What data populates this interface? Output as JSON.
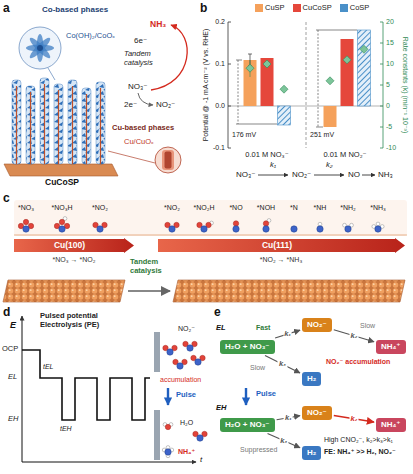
{
  "diagram": {
    "nodes": [
      {
        "text": [
          "Cu(100)"
        ]
      },
      {
        "text": [
          "Cu(111)"
        ]
      },
      {
        "text": [
          "H₂O + NO₃⁻"
        ]
      },
      {
        "text": [
          "NO₂⁻"
        ]
      },
      {
        "text": [
          "NH₄⁺"
        ]
      },
      {
        "text": [
          "H₂"
        ]
      },
      {
        "text": [
          "H₂O + NO₃⁻"
        ]
      },
      {
        "text": [
          "NO₂⁻"
        ]
      },
      {
        "text": [
          "NH₄⁺"
        ]
      },
      {
        "text": [
          "H₂"
        ]
      }
    ],
    "edges": [
      {
        "from": 2,
        "to": 3,
        "label": "k₁",
        "arrow": "to"
      },
      {
        "from": 3,
        "to": 4,
        "label": "k₂",
        "arrow": "to"
      },
      {
        "from": 2,
        "to": 5,
        "label": "k₃",
        "arrow": "to"
      },
      {
        "from": 6,
        "to": 7,
        "label": "k₁",
        "arrow": "to"
      },
      {
        "from": 7,
        "to": 8,
        "label": "k₂",
        "arrow": "to"
      },
      {
        "from": 6,
        "to": 9,
        "label": "k₃",
        "arrow": "to"
      }
    ],
    "labels": [
      "a",
      "b",
      "c",
      "d",
      "e",
      "Co-based phases",
      "Co(OH)₂/CoOₓ",
      "NH₃",
      "6e⁻",
      "Tandem catalysis",
      "NO₃⁻",
      "2e⁻",
      "NO₂⁻",
      "Cu-based phases",
      "Cu/CuOₓ",
      "CuCoSP",
      "Potential @ -1 mA cm⁻² (V vs. RHE)",
      "Rate constants (k) (min⁻¹ 10⁻³)",
      "0.2",
      "0.1",
      "0.0",
      "-0.1",
      "20",
      "15",
      "10",
      "5",
      "0",
      "-5",
      "-10",
      "176 mV",
      "251 mV",
      "0.01 M NO₃⁻",
      "0.01 M NO₂⁻",
      "NO₃⁻",
      "k₁",
      "NO₂⁻",
      "k₂",
      "NO",
      "NH₃",
      "*NO₃",
      "*NO₃H",
      "*NO₂",
      "*NO₂",
      "*NO₂H",
      "*NO",
      "*NOH",
      "*N",
      "*NH",
      "*NH₂",
      "*NH₃",
      "*NO₃ → *NO₂",
      "*NO₂ → *NH₃",
      "Tandem catalysis",
      "E",
      "Pulsed potential Electrolysis (PE)",
      "OCP",
      "EL",
      "EH",
      "tEL",
      "tEH",
      "t",
      "NO₂⁻",
      "accumulation",
      "Pulse",
      "H₂O",
      "NH₄⁺",
      "EL",
      "Fast",
      "Slow",
      "Slow",
      "NO₂⁻ accumulation",
      "Pulse",
      "EH",
      "Suppressed",
      "High CNO₂⁻, k₂>k₃>k₁",
      "FE: NH₄⁺ >> H₂, NO₂⁻"
    ],
    "legend": [
      {
        "text": "CuSP",
        "color": "#f5a15b"
      },
      {
        "text": "CuCoSP",
        "color": "#e5473b"
      },
      {
        "text": "CoSP",
        "color": "#4a90c8"
      }
    ]
  }
}
